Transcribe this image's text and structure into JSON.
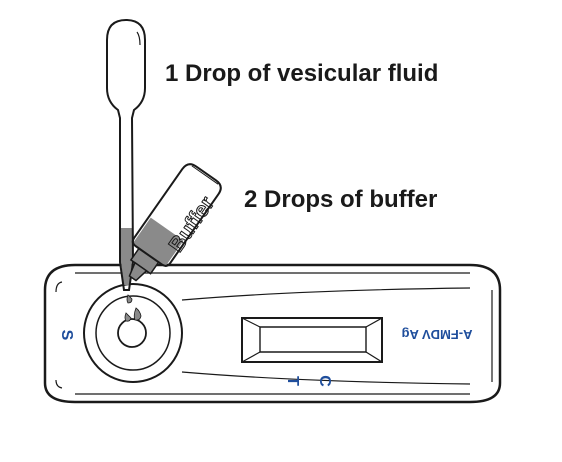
{
  "annotations": {
    "sample_step": "1 Drop of vesicular fluid",
    "buffer_step": "2 Drops of buffer"
  },
  "bottle": {
    "label": "Buffer"
  },
  "cassette": {
    "sample_well_label": "S",
    "test_line_label": "T",
    "control_line_label": "C",
    "product_label": "A-FMDV Ag"
  },
  "colors": {
    "outline": "#1a1a1a",
    "liquid": "#8a8a8a",
    "label_blue": "#1f4e9c"
  }
}
